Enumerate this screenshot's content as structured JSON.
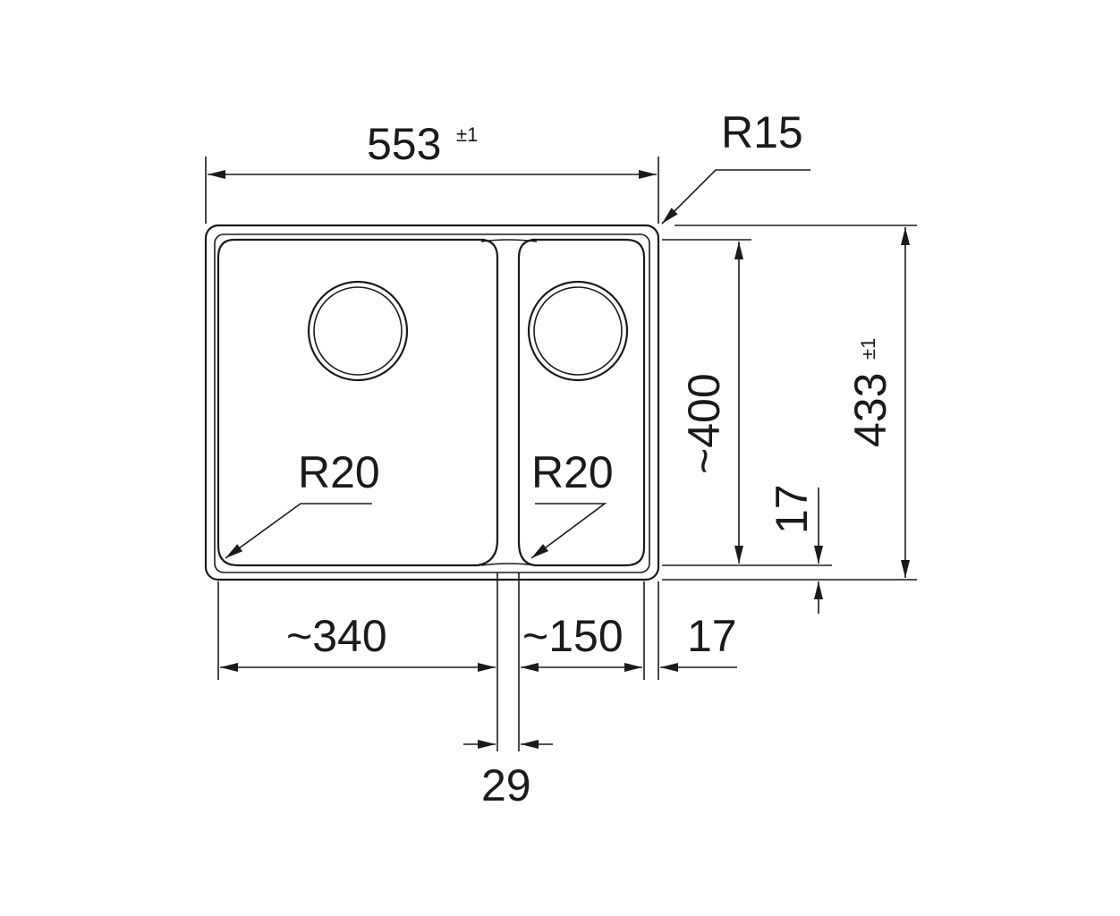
{
  "dimensions": {
    "overall_width": "553",
    "overall_width_tolerance": "±1",
    "corner_radius_outer": "R15",
    "overall_depth": "433",
    "overall_depth_tolerance": "±1",
    "bowl_depth": "~400",
    "rim_top": "17",
    "rim_right": "17",
    "large_bowl_width": "~340",
    "small_bowl_width": "~150",
    "divider_width": "29",
    "large_bowl_corner_radius": "R20",
    "small_bowl_corner_radius": "R20"
  },
  "colors": {
    "ink": "#1a1a1a",
    "background": "#ffffff"
  }
}
